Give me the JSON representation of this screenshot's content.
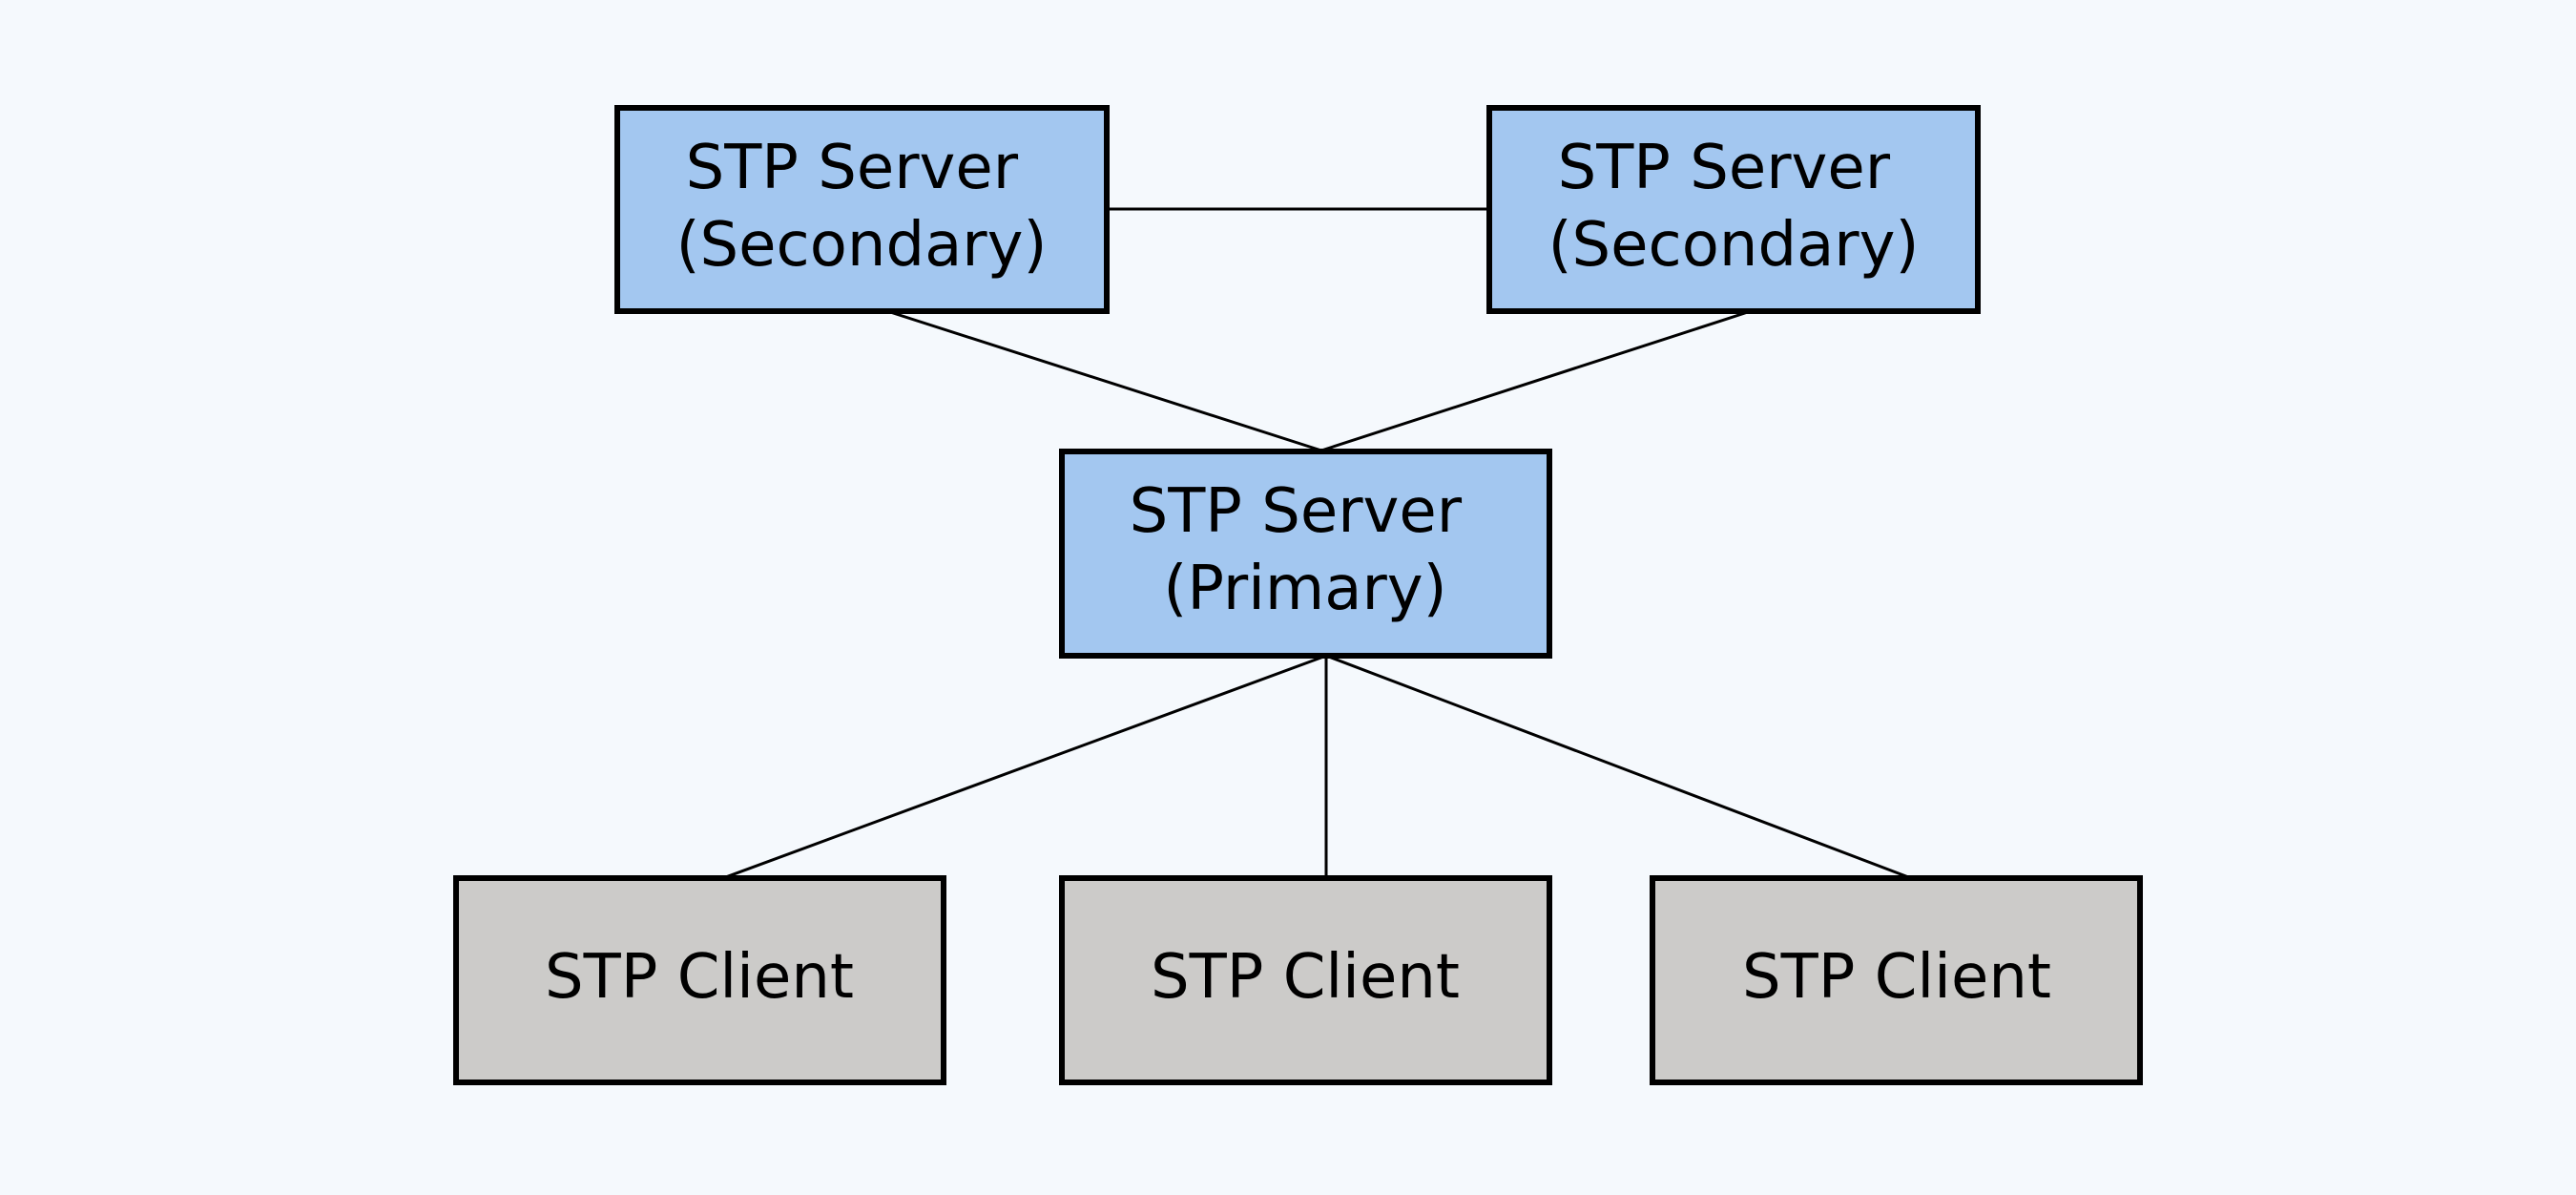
{
  "colors": {
    "background": "#f5f9fd",
    "server_fill": "#a3c7f0",
    "client_fill": "#cccbc9",
    "stroke": "#000000"
  },
  "diagram": {
    "nodes": [
      {
        "id": "secondary-left",
        "type": "server",
        "lines": [
          "STP Server",
          "(Secondary)"
        ]
      },
      {
        "id": "secondary-right",
        "type": "server",
        "lines": [
          "STP Server",
          "(Secondary)"
        ]
      },
      {
        "id": "primary",
        "type": "server",
        "lines": [
          "STP Server",
          "(Primary)"
        ]
      },
      {
        "id": "client-left",
        "type": "client",
        "lines": [
          "STP Client"
        ]
      },
      {
        "id": "client-center",
        "type": "client",
        "lines": [
          "STP Client"
        ]
      },
      {
        "id": "client-right",
        "type": "client",
        "lines": [
          "STP Client"
        ]
      }
    ],
    "edges": [
      {
        "from": "secondary-left",
        "to": "secondary-right"
      },
      {
        "from": "secondary-left",
        "to": "primary"
      },
      {
        "from": "secondary-right",
        "to": "primary"
      },
      {
        "from": "primary",
        "to": "client-left"
      },
      {
        "from": "primary",
        "to": "client-center"
      },
      {
        "from": "primary",
        "to": "client-right"
      }
    ]
  }
}
